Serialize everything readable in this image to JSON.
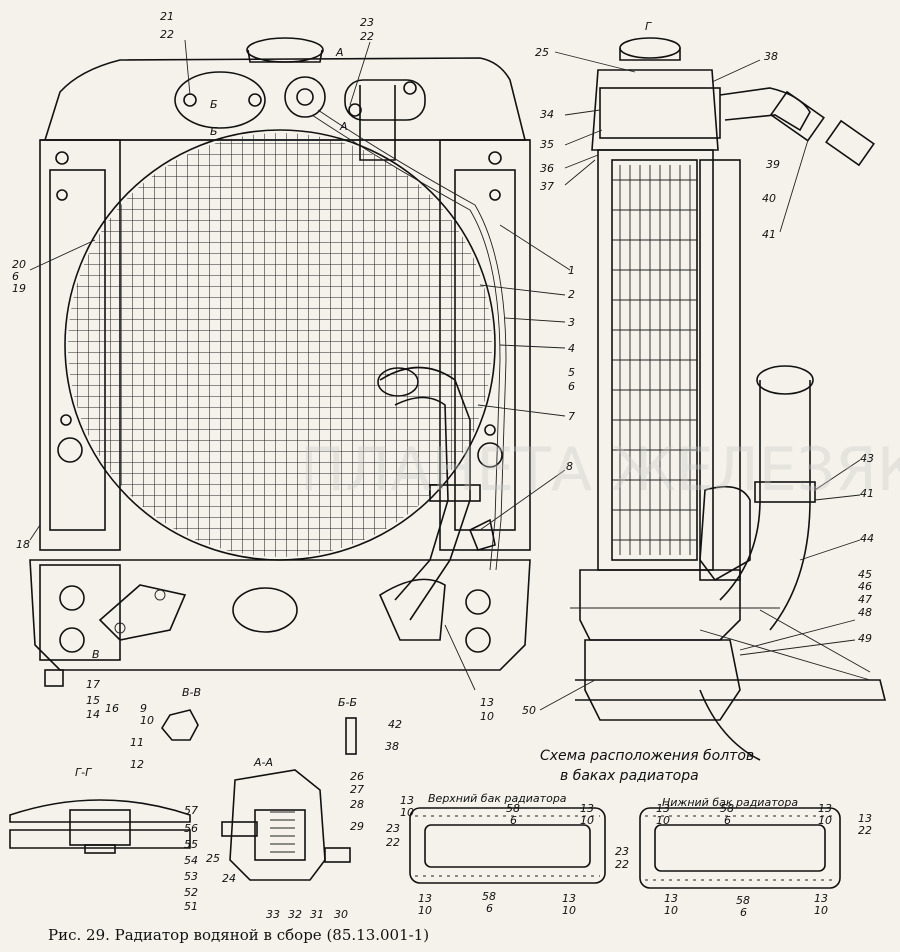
{
  "caption": "Рис. 29. Радиатор водяной в сборе (85.13.001-1)",
  "schema_title_1": "Схема расположения болтов",
  "schema_title_2": "в баках радиатора",
  "upper_tank": "Верхний бак радиатора",
  "lower_tank": "Нижний бак радиатора",
  "sections": {
    "aa": "А-А",
    "bb": "Б-Б",
    "vv": "В-В",
    "gg": "Г-Г"
  },
  "labels": {
    "l21": "21",
    "l22a": "22",
    "l23": "23",
    "l22b": "22",
    "lA1": "А",
    "lA2": "А",
    "lB1": "Б",
    "lB2": "Б",
    "lG": "Г",
    "l20": "20",
    "l6a": "6",
    "l19": "19",
    "l25": "25",
    "l38": "38",
    "l34": "34",
    "l35": "35",
    "l36": "36",
    "l37": "37",
    "l39": "39",
    "l40": "40",
    "l41a": "41",
    "l1": "1",
    "l2": "2",
    "l3": "3",
    "l4": "4",
    "l5": "5",
    "l6b": "6",
    "l7": "7",
    "l8": "8",
    "l18": "18",
    "l43": "43",
    "l41b": "41",
    "l44": "44",
    "l45": "45",
    "l46": "46",
    "l47": "47",
    "l48": "48",
    "l49": "49",
    "l50": "50",
    "l17": "17",
    "l15": "15",
    "l14": "14",
    "l16": "16",
    "l13a": "13",
    "l10a": "10",
    "lV": "В",
    "l9": "9",
    "l10b": "10",
    "l11": "11",
    "l12": "12",
    "l42": "42",
    "l38b": "38",
    "l26": "26",
    "l27": "27",
    "l28": "28",
    "l29": "29",
    "l25b": "25",
    "l24": "24",
    "l33": "33",
    "l32": "32",
    "l31": "31",
    "l30": "30",
    "l57": "57",
    "l56": "56",
    "l55": "55",
    "l54": "54",
    "l53": "53",
    "l52": "52",
    "l51": "51",
    "s13a": "13",
    "s10a": "10",
    "s58a": "58",
    "s6a": "6",
    "s13b": "13",
    "s10b": "10",
    "s23a": "23",
    "s22a": "22",
    "s23b": "23",
    "s22b": "22",
    "s13c": "13",
    "s10c": "10",
    "s58b": "58",
    "s6b": "6",
    "s13d": "13",
    "s10d": "10",
    "t13a": "13",
    "t10a": "10",
    "t58a": "58",
    "t6a": "6",
    "t13b": "13",
    "t10b": "10",
    "t13c": "13",
    "t22": "22",
    "t13d": "13",
    "t10d": "10",
    "t58b": "58",
    "t6b": "6",
    "t13e": "13",
    "t10e": "10"
  },
  "watermark": "ПЛАНЕТА ЖЕЛЕЗЯКА"
}
